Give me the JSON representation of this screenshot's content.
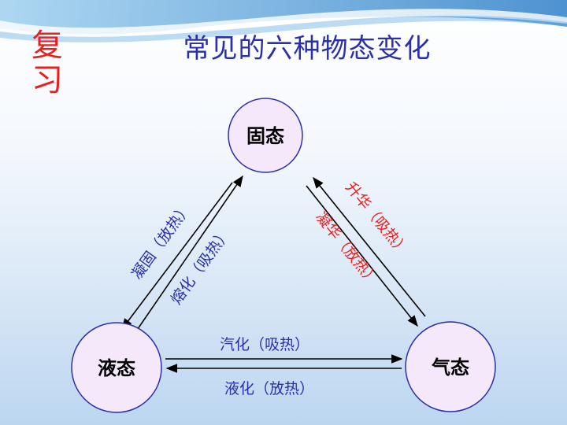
{
  "review": [
    "复",
    "习"
  ],
  "title": "常见的六种物态变化",
  "states": {
    "solid": "固态",
    "liquid": "液态",
    "gas": "气态"
  },
  "processes": {
    "freezing": "凝固（放热）",
    "melting": "熔化（吸热）",
    "sublimation": "升华（吸热）",
    "deposition": "凝华（放热）",
    "vaporization": "汽化（吸热）",
    "liquefaction": "液化（放热）"
  },
  "colors": {
    "title": "#2b2fa8",
    "review": "#e8201e",
    "node_fill": "#f5e8fb",
    "node_stroke": "#2b2fa8",
    "process_blue": "#2b2fa8",
    "process_red": "#e8201e"
  }
}
